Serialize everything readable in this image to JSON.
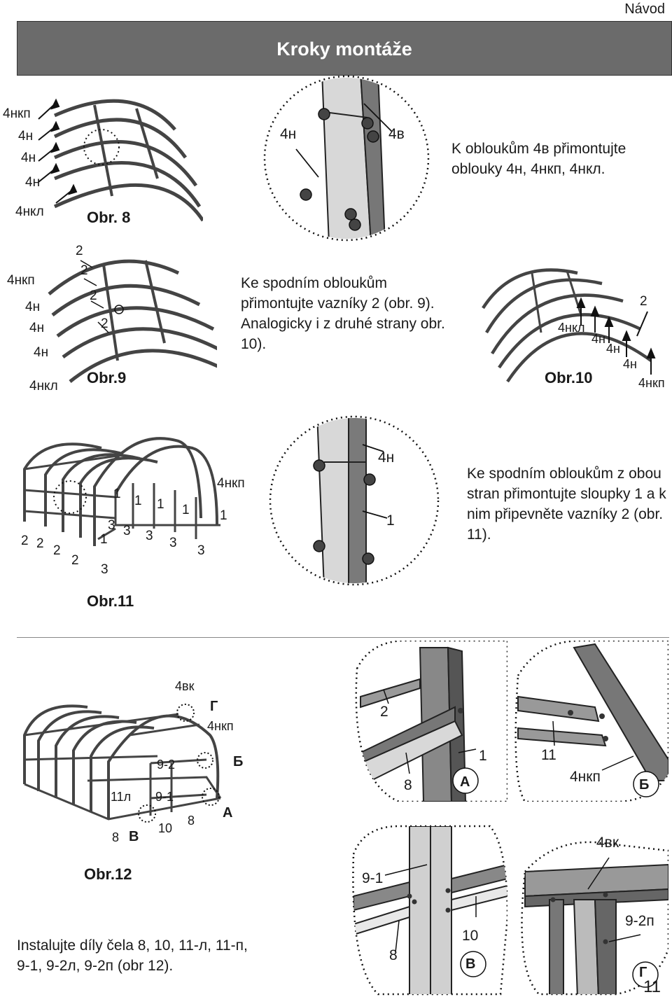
{
  "header": {
    "section": "Návod"
  },
  "title": "Kroky montáže",
  "step8": {
    "figure": "Obr. 8",
    "labels": [
      "4нкп",
      "4н",
      "4н",
      "4н",
      "4нкл"
    ],
    "detail": {
      "left": "4н",
      "right": "4в"
    },
    "text": "K obloukům 4в přimontujte oblouky 4н, 4нкп, 4нкл."
  },
  "step9": {
    "figure": "Obr.9",
    "labels_left": [
      "4нкп",
      "4н",
      "4н",
      "4н",
      "4нкл"
    ],
    "labels_two": [
      "2",
      "2",
      "2",
      "2"
    ],
    "text": "Ke spodním obloukům přimontujte vazníky 2 (obr. 9). Analogicky i z druhé strany obr. 10)."
  },
  "step10": {
    "figure": "Obr.10",
    "labels": [
      "4нкл",
      "4н",
      "4н",
      "4н",
      "4нкп",
      "2"
    ]
  },
  "step11": {
    "figure": "Obr.11",
    "label_top": "4нкп",
    "ones": [
      "1",
      "1",
      "1",
      "1",
      "1",
      "1"
    ],
    "threes": [
      "3",
      "3",
      "3",
      "3",
      "3",
      "3"
    ],
    "twos": [
      "2",
      "2",
      "2",
      "2"
    ],
    "detail": {
      "top": "4н",
      "side": "1"
    },
    "text": "Ke spodním obloukům z obou stran přimontujte sloupky 1 a k nim připevněte vazníky 2 (obr. 11)."
  },
  "step12": {
    "figure": "Obr.12",
    "labels": {
      "vk": "4вк",
      "g": "Г",
      "nkp": "4нкп",
      "b": "Б",
      "p92": "9-2",
      "l11": "11л",
      "p91": "9-1",
      "a": "А",
      "eight1": "8",
      "eight2": "8",
      "v": "В",
      "ten": "10"
    },
    "detailA": {
      "two": "2",
      "one": "1",
      "eight": "8",
      "tag": "А"
    },
    "detailB": {
      "eleven": "11",
      "nkp": "4нкп",
      "tag": "Б"
    },
    "detailV": {
      "p91": "9-1",
      "ten": "10",
      "eight": "8",
      "tag": "В"
    },
    "detailG": {
      "vk": "4вк",
      "p92": "9-2п",
      "tag": "Г"
    },
    "text": "Instalujte díly čela 8, 10, 11-л, 11-п, 9-1, 9-2л, 9-2п (obr 12)."
  },
  "page_number": "11"
}
